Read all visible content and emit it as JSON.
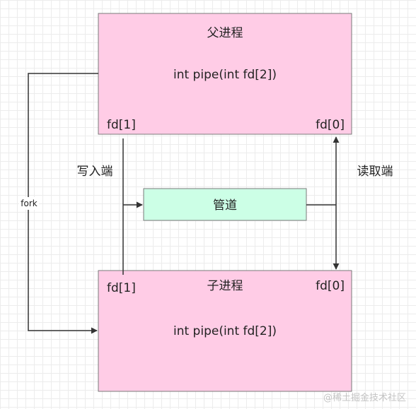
{
  "diagram": {
    "parent_box": {
      "title": "父进程",
      "code": "int pipe(int fd[2])",
      "write_fd": "fd[1]",
      "read_fd": "fd[0]"
    },
    "child_box": {
      "title": "子进程",
      "code": "int pipe(int fd[2])",
      "write_fd": "fd[1]",
      "read_fd": "fd[0]"
    },
    "pipe_box": {
      "label": "管道"
    },
    "edges": {
      "fork_label": "fork",
      "write_end_label": "写入端",
      "read_end_label": "读取端"
    }
  },
  "colors": {
    "process_fill": "#ffcce6",
    "process_stroke": "#7a7a7a",
    "pipe_fill": "#ccffe6",
    "pipe_stroke": "#7a7a7a",
    "line": "#333333"
  },
  "watermark": "@稀土掘金技术社区"
}
